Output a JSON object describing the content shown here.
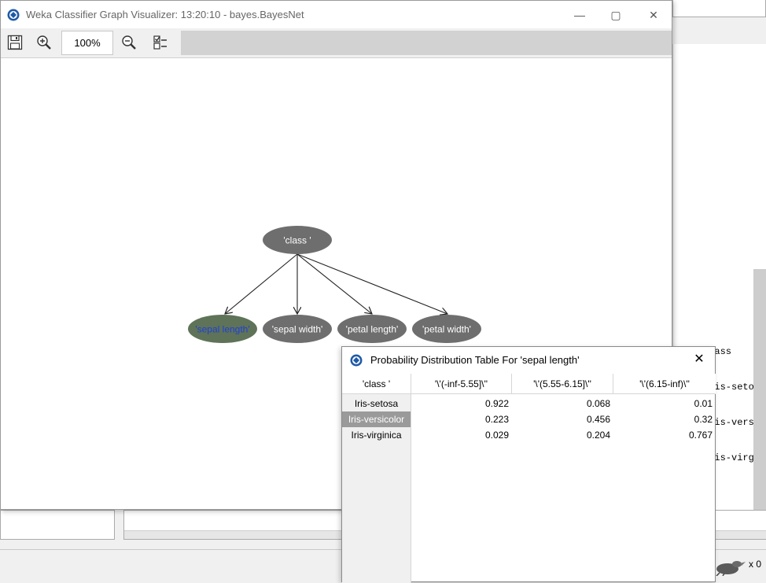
{
  "main_window": {
    "title": "Weka Classifier Graph Visualizer: 13:20:10 - bayes.BayesNet",
    "controls": {
      "minimize": "—",
      "maximize": "▢",
      "close": "✕"
    },
    "toolbar": {
      "zoom_value": "100%"
    }
  },
  "graph": {
    "parent": "'class '",
    "children": [
      "'sepal length'",
      "'sepal width'",
      "'petal length'",
      "'petal width'"
    ],
    "selected_child": "'sepal length'"
  },
  "dialog": {
    "title": "Probability Distribution Table For 'sepal length'",
    "close": "✕",
    "columns": [
      "'class '",
      "'\\'(-inf-5.55]\\''",
      "'\\'(5.55-6.15]\\''",
      "'\\'(6.15-inf)\\''"
    ],
    "rows": [
      {
        "label": "Iris-setosa",
        "values": [
          "0.922",
          "0.068",
          "0.01"
        ]
      },
      {
        "label": "Iris-versicolor",
        "values": [
          "0.223",
          "0.456",
          "0.32"
        ],
        "selected": true
      },
      {
        "label": "Iris-virginica",
        "values": [
          "0.029",
          "0.204",
          "0.767"
        ]
      }
    ]
  },
  "background": {
    "output_lines": [
      "rea  Class",
      "     Iris-seto",
      "     Iris-vers",
      "     Iris-virg"
    ],
    "status_count": "x 0"
  },
  "colors": {
    "node_fill": "#6e6e6e",
    "selected_node_fill": "#5e7358",
    "selected_node_text": "#1f3fd8",
    "weka_icon": "#1e5aa8"
  }
}
